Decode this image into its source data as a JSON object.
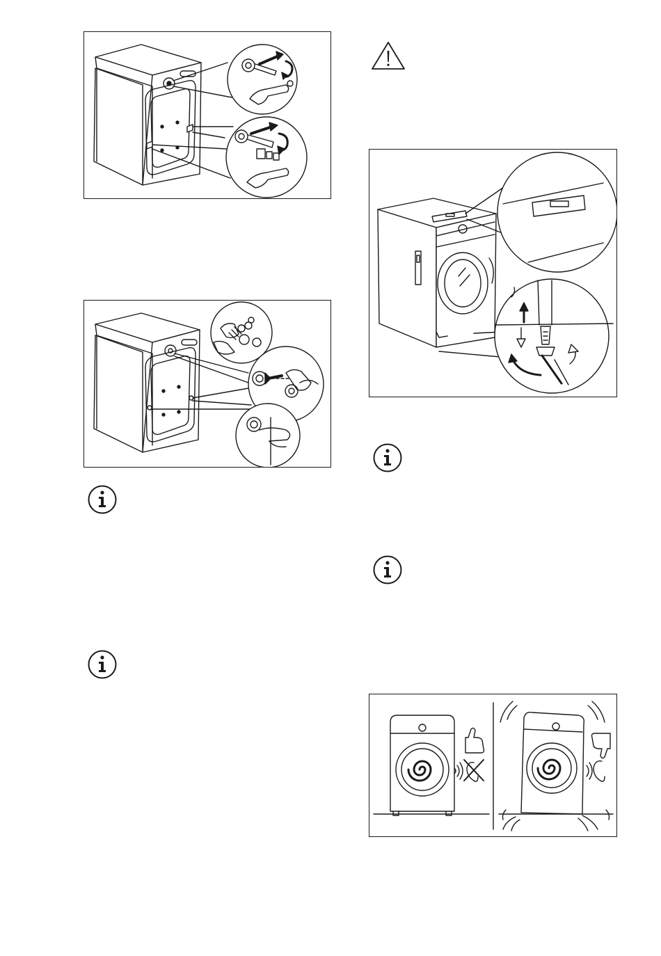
{
  "page": {
    "background": "#ffffff",
    "line_color": "#1a1a1a"
  },
  "figures": [
    {
      "id": "remove-transit-bolts",
      "icon": "transit-bolt-removal-illustration"
    },
    {
      "id": "insert-plastic-caps",
      "icon": "plastic-cap-insertion-illustration"
    },
    {
      "id": "level-machine",
      "icon": "spirit-level-and-adjustable-feet-illustration"
    },
    {
      "id": "levelled-vs-unlevelled",
      "icon": "vibration-comparison-illustration"
    }
  ],
  "notes": [
    {
      "icon": "info-icon"
    },
    {
      "icon": "info-icon"
    },
    {
      "icon": "info-icon"
    },
    {
      "icon": "info-icon"
    }
  ],
  "warnings": [
    {
      "icon": "warning-triangle-icon"
    }
  ]
}
